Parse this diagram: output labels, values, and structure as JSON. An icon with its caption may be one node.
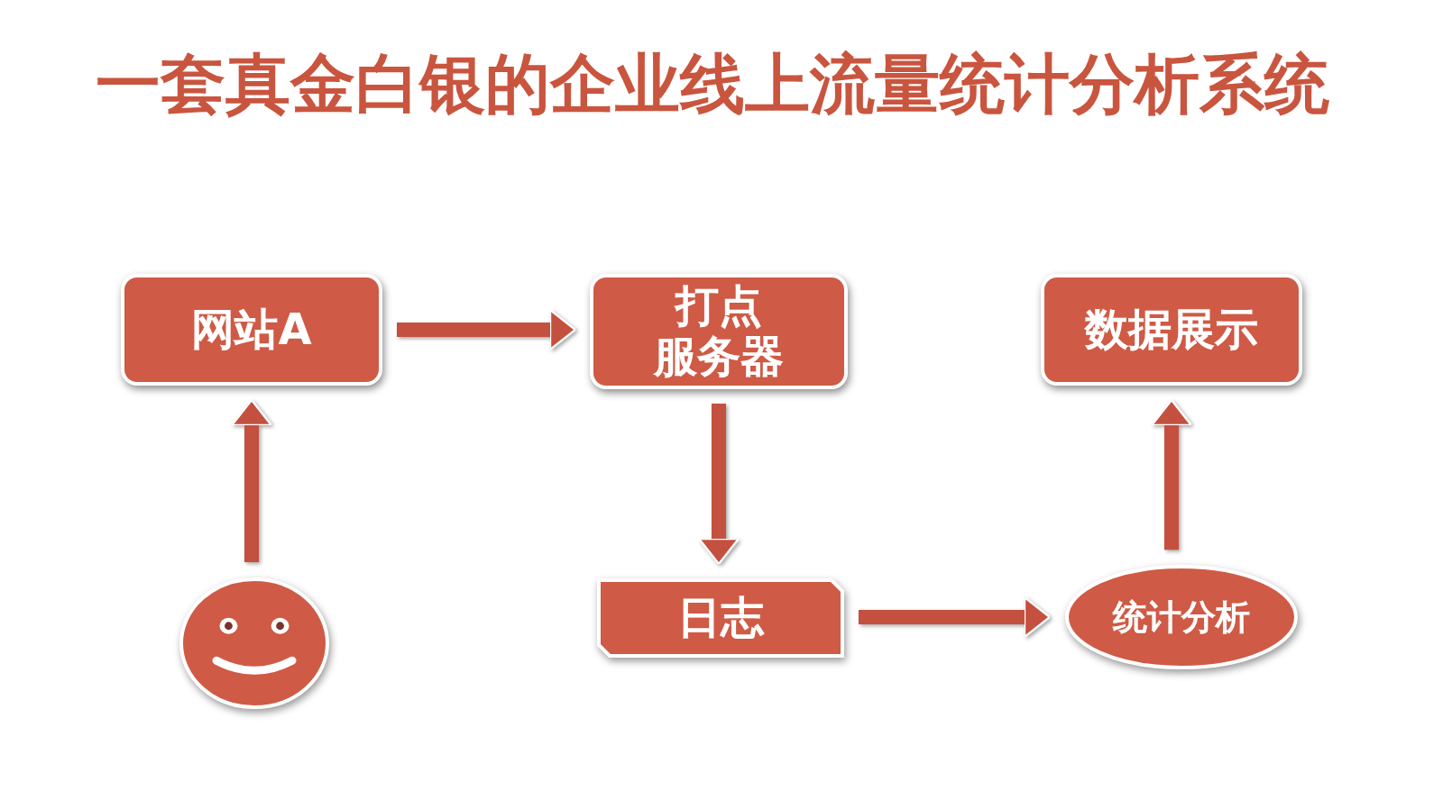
{
  "diagram": {
    "title": "一套真金白银的企业线上流量统计分析系统",
    "nodes": [
      {
        "text": [
          "网站A"
        ]
      },
      {
        "text": [
          "打点服务器"
        ]
      },
      {
        "text": [
          "数据展示"
        ]
      },
      {
        "text": [],
        "shape": "picture"
      },
      {
        "text": [
          "日志"
        ]
      },
      {
        "text": [
          "统计分析"
        ]
      }
    ],
    "edges": [
      {
        "from": 0,
        "to": 1,
        "arrow": "to"
      },
      {
        "from": 3,
        "to": 0,
        "arrow": "to"
      },
      {
        "from": 1,
        "to": 4,
        "arrow": "to"
      },
      {
        "from": 4,
        "to": 5,
        "arrow": "to"
      },
      {
        "from": 5,
        "to": 2,
        "arrow": "to"
      }
    ]
  }
}
